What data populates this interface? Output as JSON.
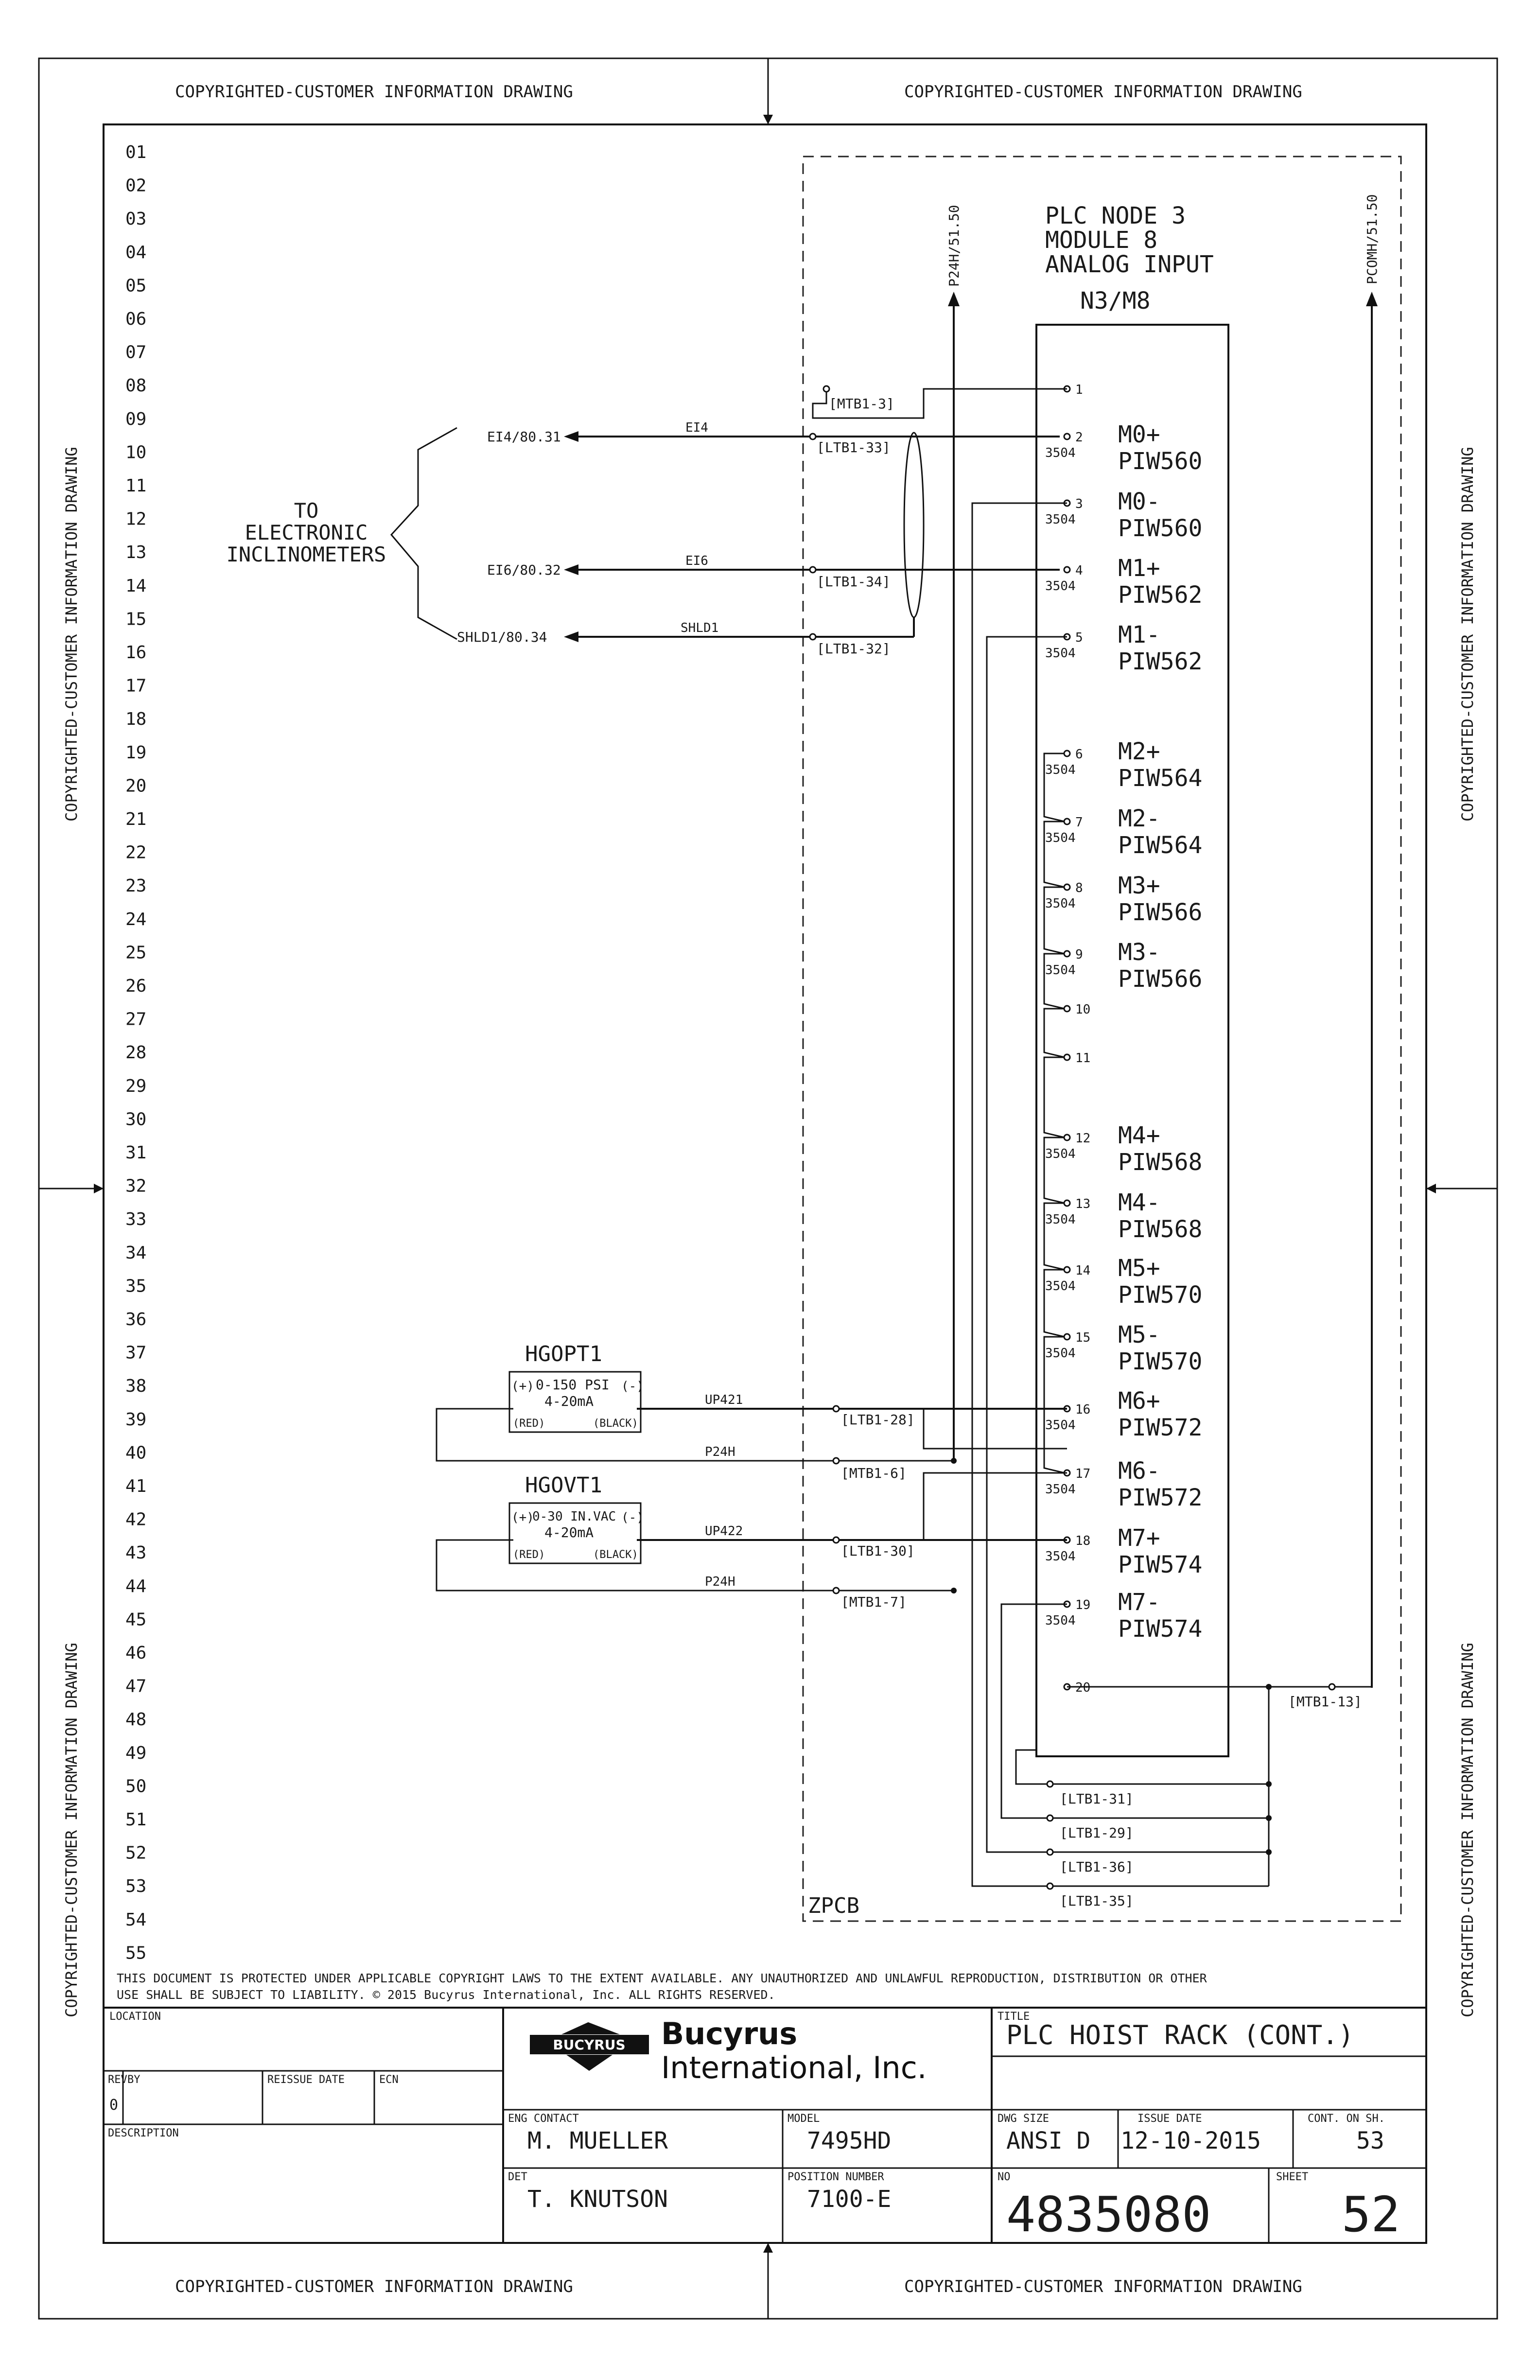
{
  "border": {
    "copyright_text": "COPYRIGHTED-CUSTOMER INFORMATION DRAWING"
  },
  "rows": [
    "01",
    "02",
    "03",
    "04",
    "05",
    "06",
    "07",
    "08",
    "09",
    "10",
    "11",
    "12",
    "13",
    "14",
    "15",
    "16",
    "17",
    "18",
    "19",
    "20",
    "21",
    "22",
    "23",
    "24",
    "25",
    "26",
    "27",
    "28",
    "29",
    "30",
    "31",
    "32",
    "33",
    "34",
    "35",
    "36",
    "37",
    "38",
    "39",
    "40",
    "41",
    "42",
    "43",
    "44",
    "45",
    "46",
    "47",
    "48",
    "49",
    "50",
    "51",
    "52",
    "53",
    "54",
    "55"
  ],
  "module": {
    "title_lines": [
      "PLC NODE 3",
      "MODULE 8",
      "ANALOG INPUT"
    ],
    "id": "N3/M8",
    "enclosure": "ZPCB",
    "p24h_ref": "P24H/51.50",
    "pcomh_ref": "PCOMH/51.50",
    "terminal_sub": "3504",
    "channels": [
      {
        "term": "1",
        "label": "",
        "addr": ""
      },
      {
        "term": "2",
        "label": "M0+",
        "addr": "PIW560"
      },
      {
        "term": "3",
        "label": "M0-",
        "addr": "PIW560"
      },
      {
        "term": "4",
        "label": "M1+",
        "addr": "PIW562"
      },
      {
        "term": "5",
        "label": "M1-",
        "addr": "PIW562"
      },
      {
        "term": "6",
        "label": "M2+",
        "addr": "PIW564"
      },
      {
        "term": "7",
        "label": "M2-",
        "addr": "PIW564"
      },
      {
        "term": "8",
        "label": "M3+",
        "addr": "PIW566"
      },
      {
        "term": "9",
        "label": "M3-",
        "addr": "PIW566"
      },
      {
        "term": "10",
        "label": "",
        "addr": ""
      },
      {
        "term": "11",
        "label": "",
        "addr": ""
      },
      {
        "term": "12",
        "label": "M4+",
        "addr": "PIW568"
      },
      {
        "term": "13",
        "label": "M4-",
        "addr": "PIW568"
      },
      {
        "term": "14",
        "label": "M5+",
        "addr": "PIW570"
      },
      {
        "term": "15",
        "label": "M5-",
        "addr": "PIW570"
      },
      {
        "term": "16",
        "label": "M6+",
        "addr": "PIW572"
      },
      {
        "term": "17",
        "label": "M6-",
        "addr": "PIW572"
      },
      {
        "term": "18",
        "label": "M7+",
        "addr": "PIW574"
      },
      {
        "term": "19",
        "label": "M7-",
        "addr": "PIW574"
      },
      {
        "term": "20",
        "label": "",
        "addr": ""
      }
    ]
  },
  "inclinometers": {
    "label_lines": [
      "TO",
      "ELECTRONIC",
      "INCLINOMETERS"
    ],
    "signals": [
      {
        "ref": "EI4/80.31",
        "wire": "EI4",
        "ltb": "[LTB1-33]"
      },
      {
        "ref": "EI6/80.32",
        "wire": "EI6",
        "ltb": "[LTB1-34]"
      },
      {
        "ref": "SHLD1/80.34",
        "wire": "SHLD1",
        "ltb": "[LTB1-32]"
      }
    ],
    "mtb_top": "[MTB1-3]"
  },
  "transducers": [
    {
      "id": "HGOPT1",
      "range": "0-150 PSI",
      "signal": "4-20mA",
      "pos": "(+)",
      "neg": "(-)",
      "red": "(RED)",
      "black": "(BLACK)",
      "wire": "UP421",
      "ltb": "[LTB1-28]",
      "pwire": "P24H",
      "mtb": "[MTB1-6]"
    },
    {
      "id": "HGOVT1",
      "range": "0-30 IN.VAC",
      "signal": "4-20mA",
      "pos": "(+)",
      "neg": "(-)",
      "red": "(RED)",
      "black": "(BLACK)",
      "wire": "UP422",
      "ltb": "[LTB1-30]",
      "pwire": "P24H",
      "mtb": "[MTB1-7]"
    }
  ],
  "return_terms": {
    "mtb13": "[MTB1-13]",
    "ltb": [
      "[LTB1-31]",
      "[LTB1-29]",
      "[LTB1-36]",
      "[LTB1-35]"
    ]
  },
  "notice": [
    "THIS DOCUMENT IS PROTECTED UNDER APPLICABLE COPYRIGHT LAWS TO THE EXTENT AVAILABLE.  ANY UNAUTHORIZED AND UNLAWFUL REPRODUCTION, DISTRIBUTION OR OTHER",
    "USE SHALL BE SUBJECT TO LIABILITY.  © 2015  Bucyrus International, Inc. ALL RIGHTS RESERVED."
  ],
  "title_block": {
    "location_label": "LOCATION",
    "rev_label": "REV",
    "by_label": "BY",
    "reissue_label": "REISSUE DATE",
    "ecn_label": "ECN",
    "rev_value": "0",
    "description_label": "DESCRIPTION",
    "company_badge": "BUCYRUS",
    "company_line1": "Bucyrus",
    "company_line2": "International, Inc.",
    "title_label": "TITLE",
    "title": "PLC HOIST RACK (CONT.)",
    "eng_contact_label": "ENG CONTACT",
    "eng_contact": "M. MUELLER",
    "model_label": "MODEL",
    "model": "7495HD",
    "dwg_size_label": "DWG SIZE",
    "dwg_size": "ANSI D",
    "issue_date_label": "ISSUE DATE",
    "issue_date": "12-10-2015",
    "cont_label": "CONT. ON SH.",
    "cont": "53",
    "det_label": "DET",
    "det": "T. KNUTSON",
    "position_label": "POSITION NUMBER",
    "position": "7100-E",
    "no_label": "NO",
    "number": "4835080",
    "sheet_label": "SHEET",
    "sheet": "52"
  }
}
